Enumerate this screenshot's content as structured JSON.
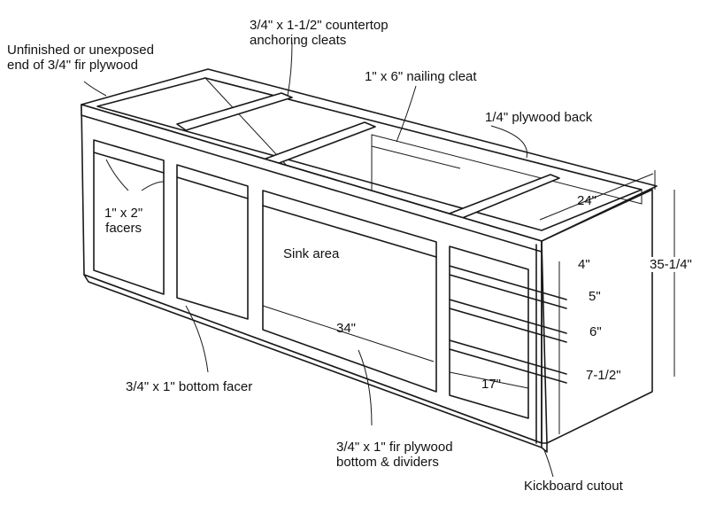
{
  "labels": {
    "end_panel": [
      "Unfinished or unexposed",
      "end of 3/4\" fir plywood"
    ],
    "cleats": [
      "3/4\" x 1-1/2\" countertop",
      "anchoring cleats"
    ],
    "nailing_cleat": "1\" x 6\" nailing cleat",
    "back": "1/4\" plywood back",
    "depth": "24\"",
    "height": "35-1/4\"",
    "facers": [
      "1\" x 2\"",
      "facers"
    ],
    "sink": "Sink area",
    "drawer_1": "4\"",
    "drawer_2": "5\"",
    "drawer_3": "6\"",
    "drawer_4": "7-1/2\"",
    "sink_width": "34\"",
    "drawer_width": "17\"",
    "bottom_facer": "3/4\" x 1\" bottom facer",
    "bottom_dividers": [
      "3/4\" x 1\" fir plywood",
      "bottom & dividers"
    ],
    "kickboard": "Kickboard cutout"
  }
}
